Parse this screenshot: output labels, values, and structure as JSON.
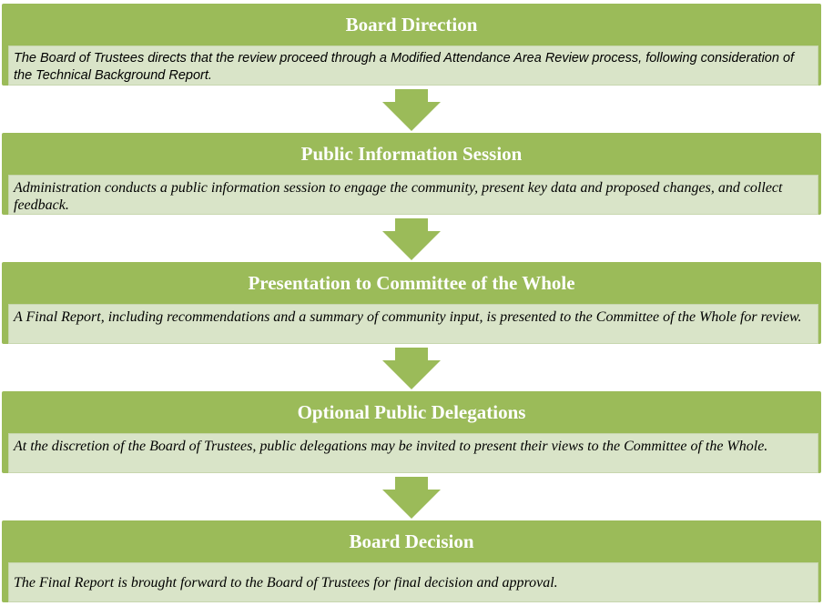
{
  "steps": [
    {
      "title": "Board Direction",
      "description": "The Board of Trustees directs that the review proceed through a Modified Attendance Area Review process, following consideration of the Technical Background Report."
    },
    {
      "title": "Public Information Session",
      "description": "Administration conducts a public information session to engage the community, present key data and proposed changes, and collect feedback."
    },
    {
      "title": "Presentation to Committee of the Whole",
      "description": "A Final Report, including recommendations and a summary of community input, is presented to the Committee of the Whole for review."
    },
    {
      "title": "Optional Public Delegations",
      "description": "At the discretion of the Board of Trustees, public delegations may be invited to present their views to the Committee of the Whole."
    },
    {
      "title": "Board Decision",
      "description": "The Final Report is brought forward to the Board of Trustees for final decision and approval."
    }
  ],
  "colors": {
    "header_green": "#9bbb59",
    "description_fill": "#d9e4c8",
    "arrow_green": "#9bbb59"
  }
}
